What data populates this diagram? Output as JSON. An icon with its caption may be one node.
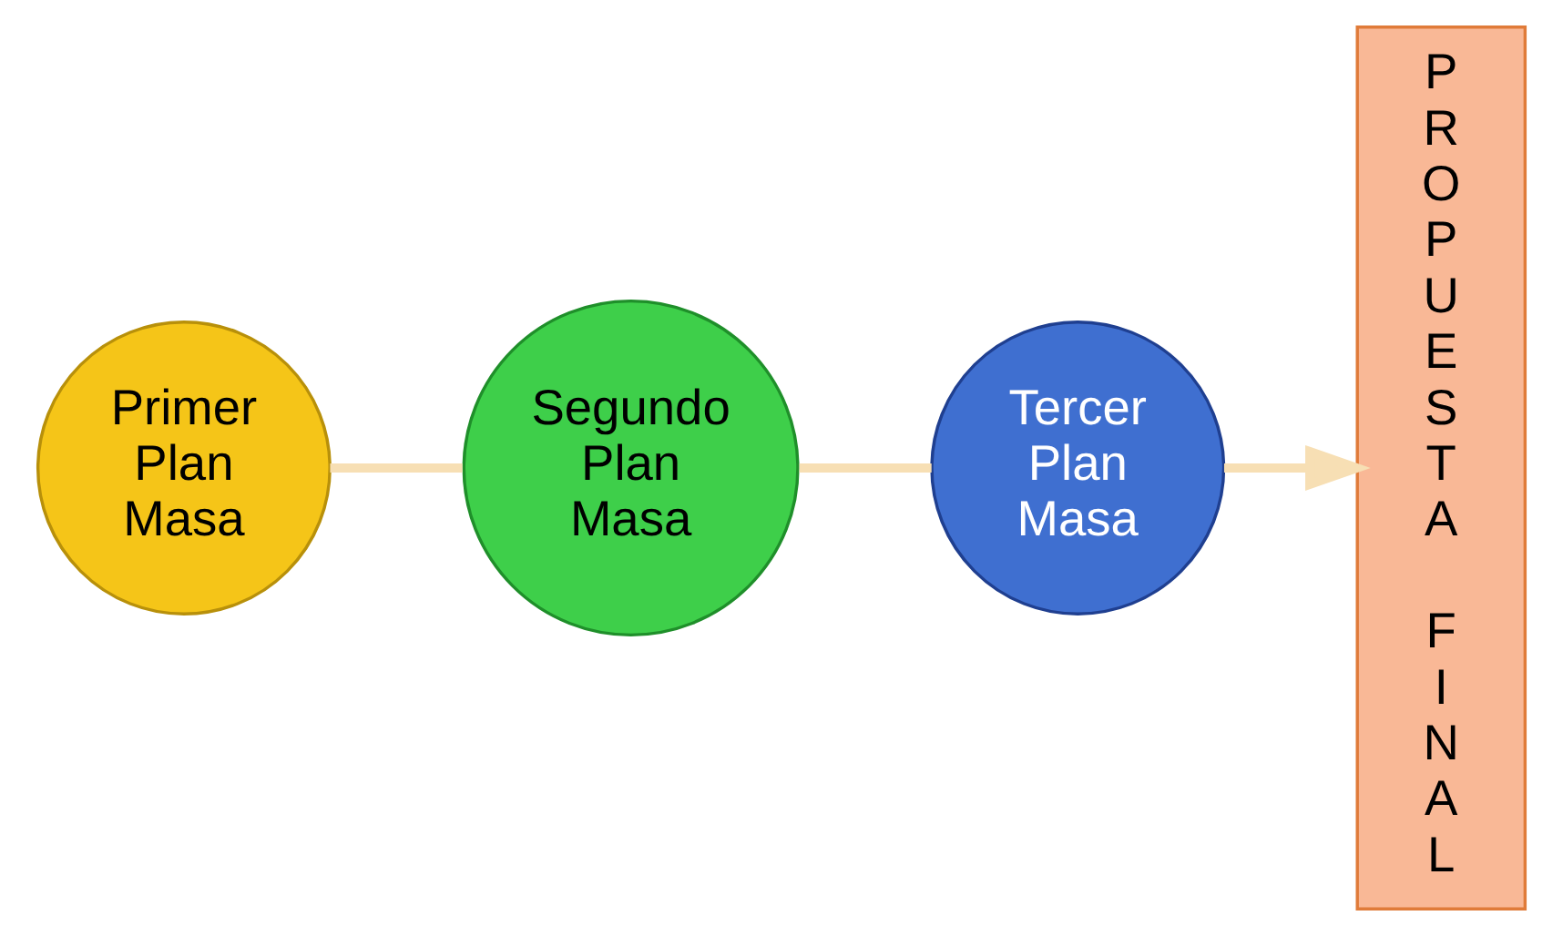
{
  "diagram": {
    "nodes": [
      {
        "text": [
          "Primer Plan Masa"
        ]
      },
      {
        "text": [
          "Segundo Plan Masa"
        ]
      },
      {
        "text": [
          "Tercer Plan Masa"
        ]
      },
      {
        "text": [
          "PROPUESTA FINAL"
        ]
      }
    ],
    "edges": [
      {
        "from": 0,
        "to": 1,
        "arrow": "none",
        "color": "#f7dfb4"
      },
      {
        "from": 1,
        "to": 2,
        "arrow": "none",
        "color": "#f7dfb4"
      },
      {
        "from": 2,
        "to": 3,
        "arrow": "to",
        "color": "#f7dfb4"
      }
    ]
  }
}
